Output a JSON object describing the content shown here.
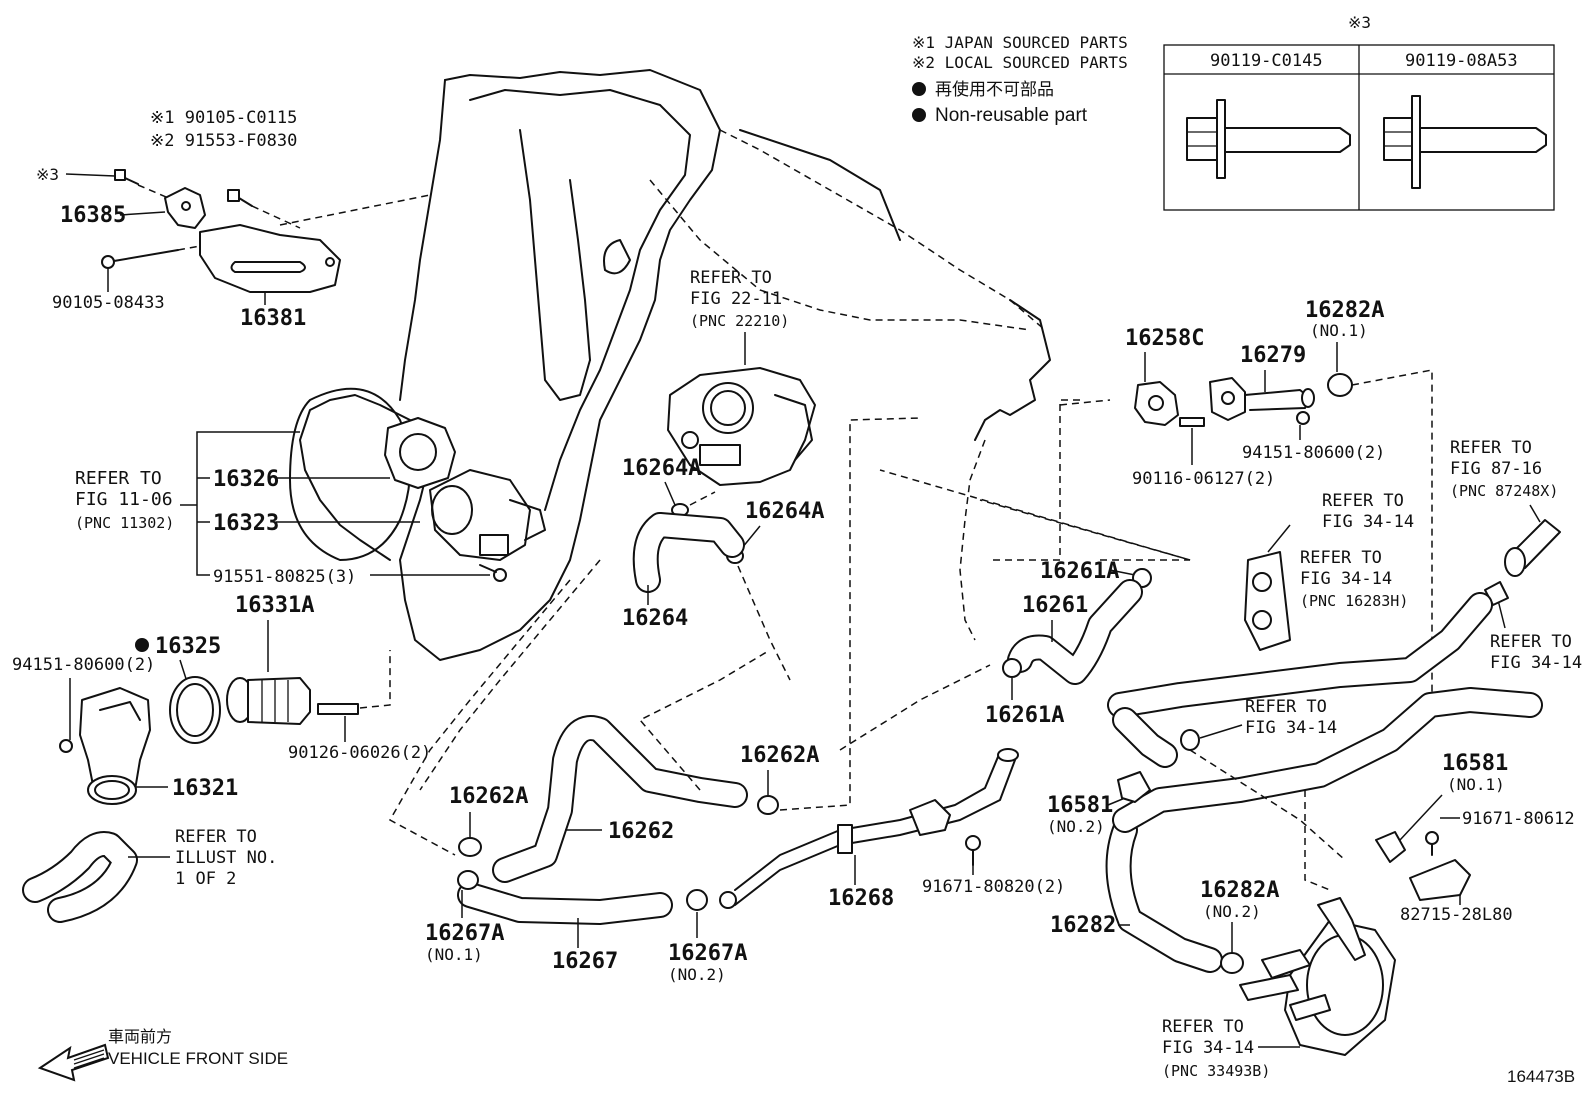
{
  "legend": {
    "note1": "※1 JAPAN SOURCED PARTS",
    "note2": "※2 LOCAL SOURCED PARTS",
    "nonreusable_jp": "再使用不可部品",
    "nonreusable_en": "Non-reusable part"
  },
  "bolt_table": {
    "ref": "※3",
    "col1": "90119-C0145",
    "col2": "90119-08A53"
  },
  "labels": {
    "p_9010_5c0115": "※1 90105-C0115",
    "p_91553_f0830": "※2 91553-F0830",
    "ref3": "※3",
    "p16385": "16385",
    "p90105_08433": "90105-08433",
    "p16381": "16381",
    "refer_fig11": "REFER TO",
    "refer_fig11_b": "FIG 11-06",
    "refer_fig11_c": "(PNC 11302)",
    "p16326": "16326",
    "p16323": "16323",
    "p91551": "91551-80825(3)",
    "p16331a": "16331A",
    "p16325": "16325",
    "p94151_left": "94151-80600(2)",
    "p16321": "16321",
    "p90126": "90126-06026(2)",
    "refer_illust": "REFER TO",
    "refer_illust_b": "ILLUST NO.",
    "refer_illust_c": "1 OF 2",
    "refer_fig22": "REFER TO",
    "refer_fig22_b": "FIG 22-11",
    "refer_fig22_c": "(PNC 22210)",
    "p16264a_1": "16264A",
    "p16264a_2": "16264A",
    "p16264": "16264",
    "p16262a_1": "16262A",
    "p16262a_2": "16262A",
    "p16262": "16262",
    "p16267a_1": "16267A",
    "p16267a_1_no": "(NO.1)",
    "p16267": "16267",
    "p16267a_2": "16267A",
    "p16267a_2_no": "(NO.2)",
    "p16268": "16268",
    "p91671_80820": "91671-80820(2)",
    "p16258c": "16258C",
    "p16279": "16279",
    "p16282a_1": "16282A",
    "p16282a_1_no": "(NO.1)",
    "p94151_right": "94151-80600(2)",
    "p90116": "90116-06127(2)",
    "refer_fig87": "REFER TO",
    "refer_fig87_b": "FIG 87-16",
    "refer_fig87_c": "(PNC 87248X)",
    "refer_fig34_a": "REFER TO",
    "refer_fig34_a_b": "FIG 34-14",
    "refer_fig34_b": "REFER TO",
    "refer_fig34_b_b": "FIG 34-14",
    "refer_fig34_b_c": "(PNC 16283H)",
    "p16261a_1": "16261A",
    "p16261": "16261",
    "p16261a_2": "16261A",
    "refer_fig34_c": "REFER TO",
    "refer_fig34_c_b": "FIG 34-14",
    "refer_fig34_d": "REFER TO",
    "refer_fig34_d_b": "FIG 34-14",
    "p16581_1": "16581",
    "p16581_1_no": "(NO.1)",
    "p16581_2": "16581",
    "p16581_2_no": "(NO.2)",
    "p91671_80612": "91671-80612",
    "p82715": "82715-28L80",
    "p16282": "16282",
    "p16282a_2": "16282A",
    "p16282a_2_no": "(NO.2)",
    "refer_fig34_e": "REFER TO",
    "refer_fig34_e_b": "FIG 34-14",
    "refer_fig34_e_c": "(PNC 33493B)",
    "front_jp": "車両前方",
    "front_en": "VEHICLE FRONT SIDE",
    "illustration_id": "164473B"
  }
}
